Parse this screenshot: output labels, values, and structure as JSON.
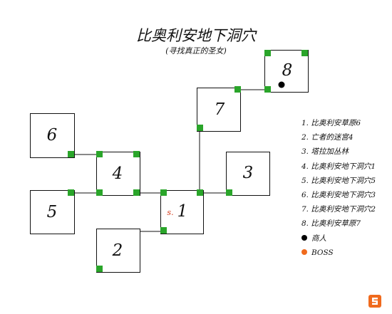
{
  "title": "比奥利安地下洞穴",
  "subtitle": "(寻找真正的圣女)",
  "colors": {
    "connector": "#2aa52a",
    "merchant": "#000000",
    "boss": "#f06a1d",
    "logo": "#f06a1d"
  },
  "rooms": [
    {
      "number": "1",
      "start_marker": "s."
    },
    {
      "number": "2"
    },
    {
      "number": "3"
    },
    {
      "number": "4"
    },
    {
      "number": "5"
    },
    {
      "number": "6"
    },
    {
      "number": "7"
    },
    {
      "number": "8"
    }
  ],
  "legend": [
    {
      "text": "1. 比奥利安草原6"
    },
    {
      "text": "2. 亡者的迷宫4"
    },
    {
      "text": "3. 塔拉加丛林"
    },
    {
      "text": "4. 比奥利安地下洞穴1"
    },
    {
      "text": "5. 比奥利安地下洞穴5"
    },
    {
      "text": "6. 比奥利安地下洞穴3"
    },
    {
      "text": "7. 比奥利安地下洞穴2"
    },
    {
      "text": "8. 比奥利安草原7"
    },
    {
      "text": "商人",
      "dot": "merchant"
    },
    {
      "text": "BOSS",
      "dot": "boss"
    }
  ],
  "logo_icon": "site-logo-icon"
}
